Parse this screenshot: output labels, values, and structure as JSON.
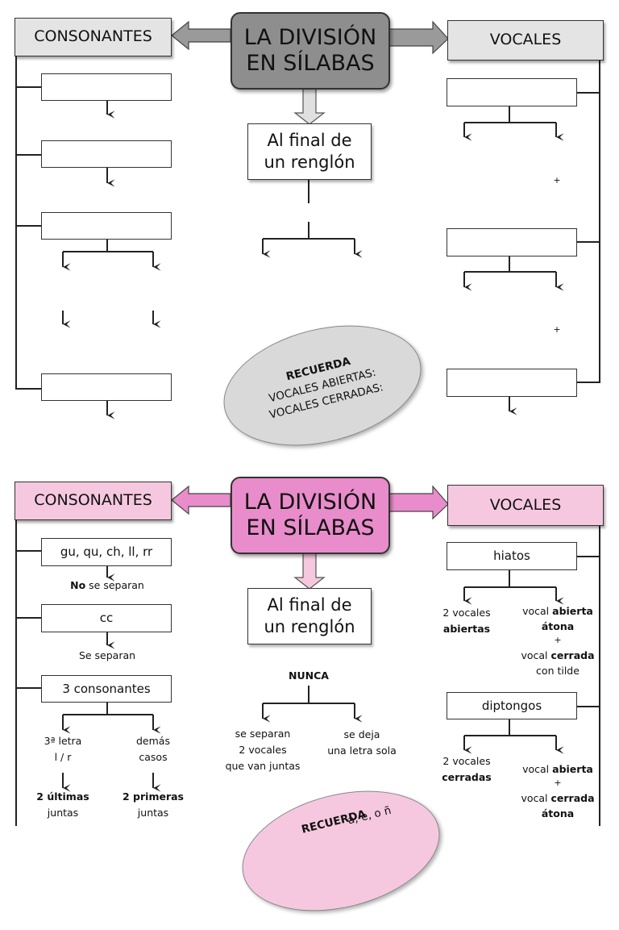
{
  "top": {
    "title": "LA DIVISIÓN EN SÍLABAS",
    "left_header": "CONSONANTES",
    "right_header": "VOCALES",
    "middle_box": "Al final de un renglón",
    "plus_1": "+",
    "plus_2": "+",
    "recuerda": {
      "title": "RECUERDA",
      "line1": "VOCALES ABIERTAS:",
      "line2": "VOCALES CERRADAS:"
    }
  },
  "bottom": {
    "title": "LA DIVISIÓN EN SÍLABAS",
    "left_header": "CONSONANTES",
    "right_header": "VOCALES",
    "middle_box": "Al final de un renglón",
    "nunca": "NUNCA",
    "middle_left": [
      "se separan",
      "2 vocales",
      "que van juntas"
    ],
    "middle_right": [
      "se deja",
      "una letra sola"
    ],
    "left_boxes": [
      "gu, qu, ch, ll, rr",
      "cc",
      "3 consonantes"
    ],
    "left_text_1": {
      "bold": "No",
      "rest": " se separan"
    },
    "left_text_2": "Se separan",
    "left_branch_left": [
      "3ª letra",
      "l / r"
    ],
    "left_branch_right": [
      "demás",
      "casos"
    ],
    "left_final_left": {
      "bold": "2 últimas",
      "rest": "juntas"
    },
    "left_final_right": {
      "bold": "2 primeras",
      "rest": "juntas"
    },
    "right_boxes": [
      "hiatos",
      "diptongos"
    ],
    "hiatos_left": {
      "normal": "2 vocales",
      "bold": "abiertas"
    },
    "hiatos_right": {
      "l1_normal": "vocal ",
      "l1_bold": "abierta",
      "l2_bold": "átona",
      "plus": "+",
      "l3_normal": "vocal ",
      "l3_bold": "cerrada",
      "l4": "con tilde"
    },
    "dipt_left": {
      "normal": "2 vocales",
      "bold": "cerradas"
    },
    "dipt_right": {
      "l1_normal": "vocal ",
      "l1_bold": "abierta",
      "plus": "+",
      "l3_normal": "vocal ",
      "l3_bold": "cerrada",
      "l4_bold": "átona"
    },
    "recuerda_title": "RECUERDA",
    "recuerda_partial": "a, e, o ñ"
  },
  "colors": {
    "top_title_bg": "#8e8e8e",
    "top_header_bg": "#e4e4e4",
    "bottom_title_bg": "#e98ccb",
    "bottom_header_bg": "#f6c8df",
    "ellipse_top_bg": "#d9d9d9",
    "ellipse_bottom_bg": "#f6c8df"
  }
}
